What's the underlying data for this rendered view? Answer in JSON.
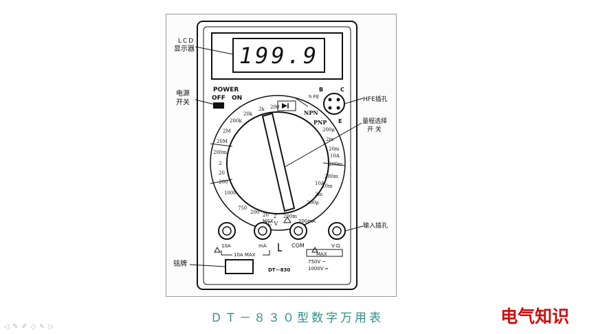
{
  "figure": {
    "lcd_value": "199.9",
    "labels": {
      "lcd": "LCD",
      "lcd_2": "显示器",
      "power_switch": "电源",
      "power_switch_2": "开关",
      "hfe_socket": "HFE插孔",
      "range_selector": "量程选择",
      "range_selector_2": "开 关",
      "input_jacks": "输入插孔",
      "nameplate": "铭牌"
    },
    "power": {
      "title": "POWER",
      "off": "OFF",
      "on": "ON"
    },
    "hfe": {
      "b": "B",
      "c": "C",
      "e": "E",
      "hfe": "h FE"
    },
    "dial": {
      "ohm": [
        "200",
        "2k",
        "20k",
        "200k",
        "2M",
        "20M"
      ],
      "dcv": [
        "200m",
        "2",
        "20",
        "200",
        "1000"
      ],
      "acv": [
        "750",
        "200",
        "20",
        "2",
        "200m"
      ],
      "acv_label": "AC V",
      "dca": [
        "200μ",
        "2m",
        "20m",
        "200m",
        "10A"
      ],
      "aca": [
        "200m",
        "20m",
        "2m",
        "200μ",
        "10A"
      ],
      "npn": "NPN",
      "pnp": "PNP"
    },
    "jacks": {
      "labels": [
        "10A",
        "mA",
        "COM",
        "V·Ω"
      ],
      "max_top": "MAX",
      "max_top_2": "200mA",
      "max_left": "10A MAX",
      "max_right": "MAX",
      "limit_ac": "750V ~",
      "limit_dc": "1000V ═"
    },
    "model": "DT－830"
  },
  "caption": "ＤＴ－８３０型数字万用表",
  "watermark": "电气知识",
  "colors": {
    "caption": "#2f8f86",
    "watermark": "#d10d0d"
  }
}
